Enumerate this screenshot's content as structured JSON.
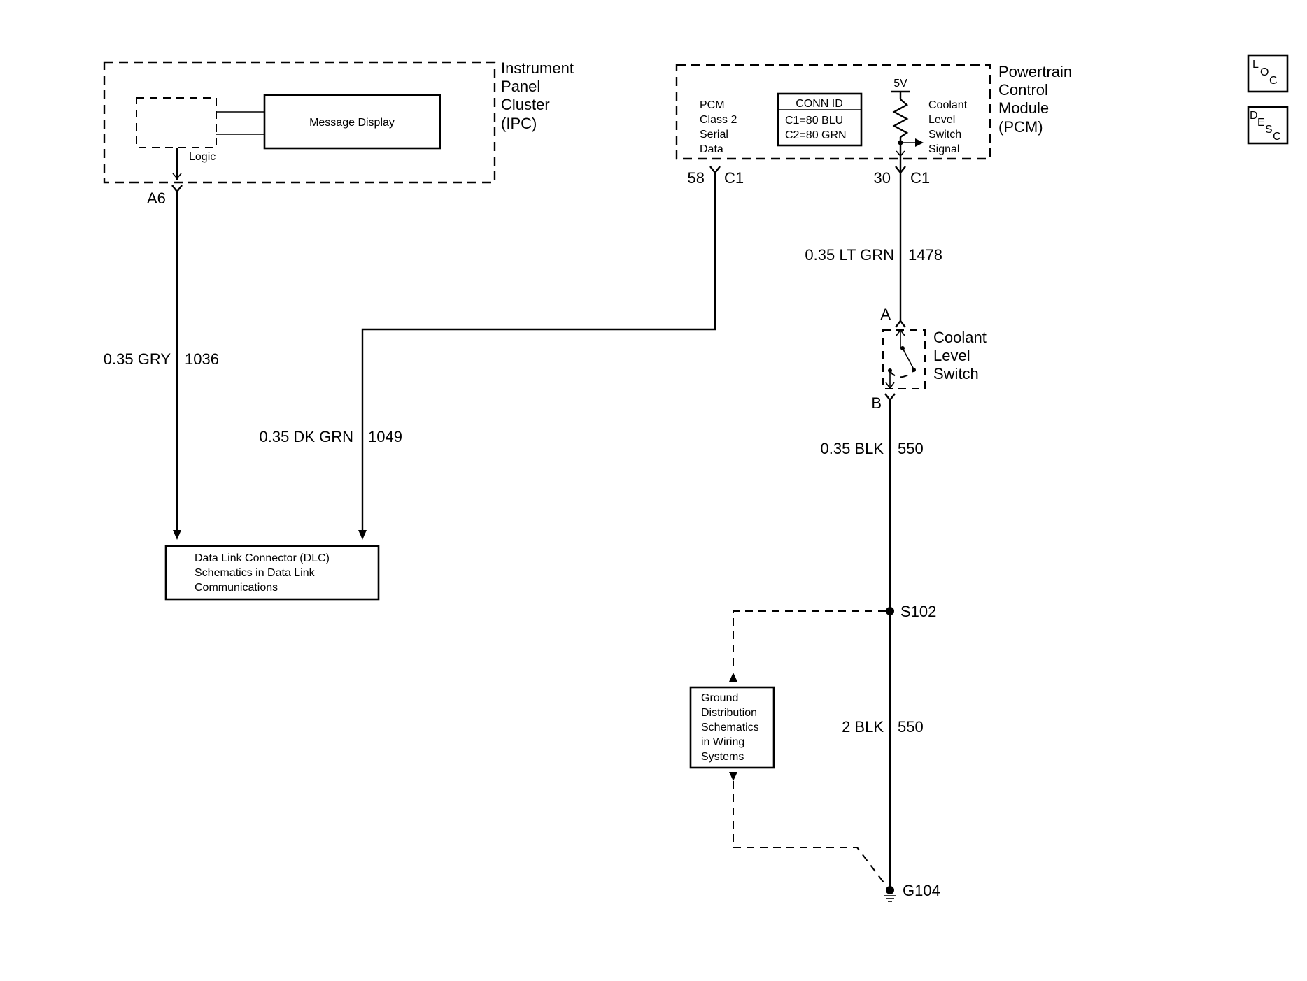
{
  "ipc": {
    "name_lines": [
      "Instrument",
      "Panel",
      "Cluster",
      "(IPC)"
    ],
    "message_display": "Message Display",
    "logic": "Logic",
    "pin": "A6"
  },
  "pcm": {
    "name_lines": [
      "Powertrain",
      "Control",
      "Module",
      "(PCM)"
    ],
    "serial_lines": [
      "PCM",
      "Class 2",
      "Serial",
      "Data"
    ],
    "conn_id_title": "CONN ID",
    "conn_id_lines": [
      "C1=80 BLU",
      "C2=80 GRN"
    ],
    "voltage": "5V",
    "signal_lines": [
      "Coolant",
      "Level",
      "Switch",
      "Signal"
    ],
    "pin_serial_num": "58",
    "pin_serial_conn": "C1",
    "pin_signal_num": "30",
    "pin_signal_conn": "C1"
  },
  "wires": {
    "gry_label": "0.35 GRY",
    "gry_circuit": "1036",
    "dkgrn_label": "0.35 DK GRN",
    "dkgrn_circuit": "1049",
    "ltgrn_label": "0.35 LT GRN",
    "ltgrn_circuit": "1478",
    "blk_label": "0.35 BLK",
    "blk_circuit": "550",
    "blk2_label": "2 BLK",
    "blk2_circuit": "550"
  },
  "switch": {
    "name_lines": [
      "Coolant",
      "Level",
      "Switch"
    ],
    "pin_a": "A",
    "pin_b": "B"
  },
  "dlc": {
    "lines": [
      "Data Link Connector (DLC)",
      "Schematics in Data Link",
      "Communications"
    ]
  },
  "ground_ref": {
    "lines": [
      "Ground",
      "Distribution",
      "Schematics",
      "in Wiring",
      "Systems"
    ]
  },
  "splice": "S102",
  "ground": "G104",
  "side_buttons": {
    "loc": [
      "L",
      "O",
      "C"
    ],
    "desc": [
      "D",
      "E",
      "S",
      "C"
    ]
  }
}
